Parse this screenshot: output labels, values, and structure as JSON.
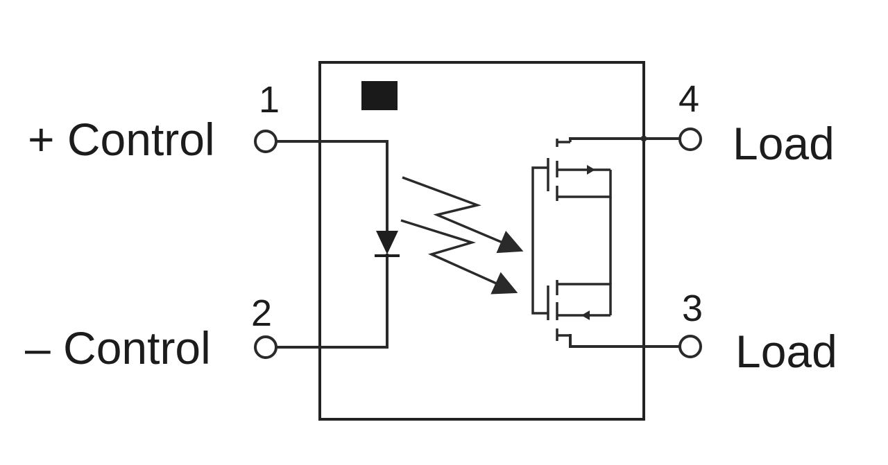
{
  "diagram": {
    "pins": [
      {
        "number": "1",
        "label": "+ Control"
      },
      {
        "number": "2",
        "label": "– Control"
      },
      {
        "number": "3",
        "label": "Load"
      },
      {
        "number": "4",
        "label": "Load"
      }
    ],
    "colors": {
      "line": "#2a2a2a",
      "background": "#ffffff",
      "text": "#1c1c1c"
    },
    "icons": {
      "orientation_mark": "filled-square-icon",
      "led": "led-diode-icon",
      "light_emission": "light-arrow-icon",
      "mosfet": "mosfet-icon",
      "terminal": "open-circle-terminal-icon"
    }
  }
}
